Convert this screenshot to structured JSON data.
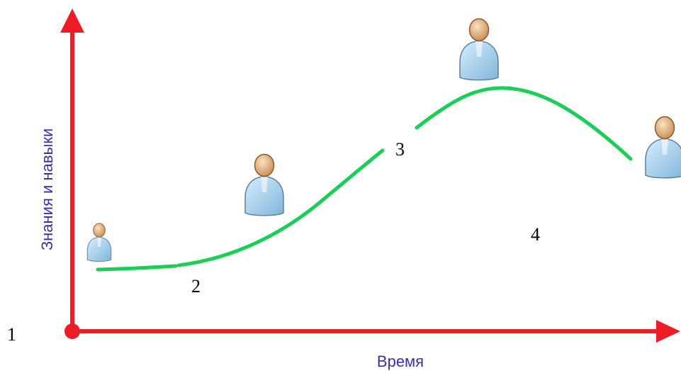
{
  "colors": {
    "axis": "#ee1c24",
    "curve": "#19cf55",
    "axis_title": "#3b2fb0",
    "person_body": "#a9d3ee",
    "person_head": "#e9b98a",
    "stage_label": "#000000"
  },
  "axes": {
    "y_title": "Знания и навыки",
    "x_title": "Время"
  },
  "stages": [
    {
      "label": "1"
    },
    {
      "label": "2"
    },
    {
      "label": "3"
    },
    {
      "label": "4"
    }
  ],
  "person_icon": "person-icon"
}
